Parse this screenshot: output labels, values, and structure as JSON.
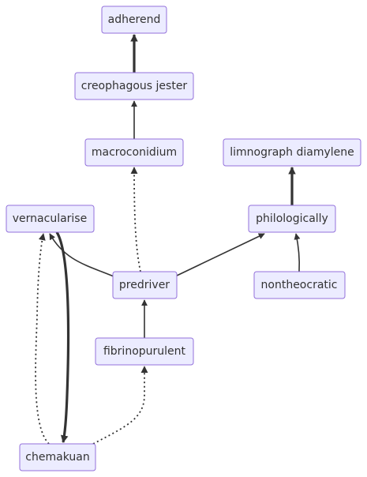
{
  "diagram": {
    "nodes": {
      "adherend": "adherend",
      "creophagous": "creophagous jester",
      "macroconidium": "macroconidium",
      "limnograph": "limnograph diamylene",
      "vernacularise": "vernacularise",
      "philologically": "philologically",
      "predriver": "predriver",
      "nontheocratic": "nontheocratic",
      "fibrinopurulent": "fibrinopurulent",
      "chemakuan": "chemakuan"
    },
    "edges": [
      {
        "from": "creophagous",
        "to": "adherend",
        "style": "thick"
      },
      {
        "from": "macroconidium",
        "to": "creophagous",
        "style": "normal"
      },
      {
        "from": "philologically",
        "to": "limnograph",
        "style": "thick"
      },
      {
        "from": "predriver",
        "to": "macroconidium",
        "style": "dotted"
      },
      {
        "from": "predriver",
        "to": "vernacularise",
        "style": "normal"
      },
      {
        "from": "predriver",
        "to": "philologically",
        "style": "normal"
      },
      {
        "from": "nontheocratic",
        "to": "philologically",
        "style": "normal"
      },
      {
        "from": "fibrinopurulent",
        "to": "predriver",
        "style": "normal"
      },
      {
        "from": "vernacularise",
        "to": "chemakuan",
        "style": "thick"
      },
      {
        "from": "chemakuan",
        "to": "vernacularise",
        "style": "dotted"
      },
      {
        "from": "chemakuan",
        "to": "fibrinopurulent",
        "style": "dotted"
      }
    ]
  }
}
